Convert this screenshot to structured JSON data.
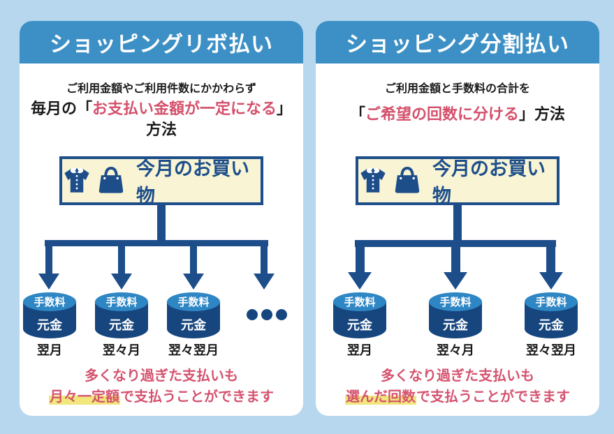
{
  "left_panel": {
    "title": "ショッピングリボ払い",
    "subtitle": "ご利用金額やご利用件数にかかわらず",
    "method_prefix": "毎月の「",
    "method_highlight": "お支払い金額が一定になる",
    "method_suffix": "」",
    "method_line2": "方法",
    "purchase_label": "今月のお買い物",
    "cylinder_top": "手数料",
    "cylinder_bottom": "元金",
    "months": [
      "翌月",
      "翌々月",
      "翌々翌月"
    ],
    "note_line1": "多くなり過ぎた支払いも",
    "note_highlight": "月々一定額",
    "note_suffix": "で支払うことができます"
  },
  "right_panel": {
    "title": "ショッピング分割払い",
    "subtitle": "ご利用金額と手数料の合計を",
    "method_prefix": "「",
    "method_highlight": "ご希望の回数に分ける",
    "method_suffix": "」方法",
    "purchase_label": "今月のお買い物",
    "cylinder_top": "手数料",
    "cylinder_bottom": "元金",
    "months": [
      "翌月",
      "翌々月",
      "翌々翌月"
    ],
    "note_line1": "多くなり過ぎた支払いも",
    "note_highlight": "選んだ回数",
    "note_suffix": "で支払うことができます"
  },
  "colors": {
    "page_background": "#b7d7ee",
    "header_blue": "#3d90c5",
    "navy": "#1d4e8a",
    "cylinder_light_blue": "#2e86c4",
    "cylinder_dark_blue": "#17467f",
    "cream_box": "#f8f4d4",
    "accent_red": "#d4506b",
    "highlight_yellow": "#f1e77b"
  }
}
